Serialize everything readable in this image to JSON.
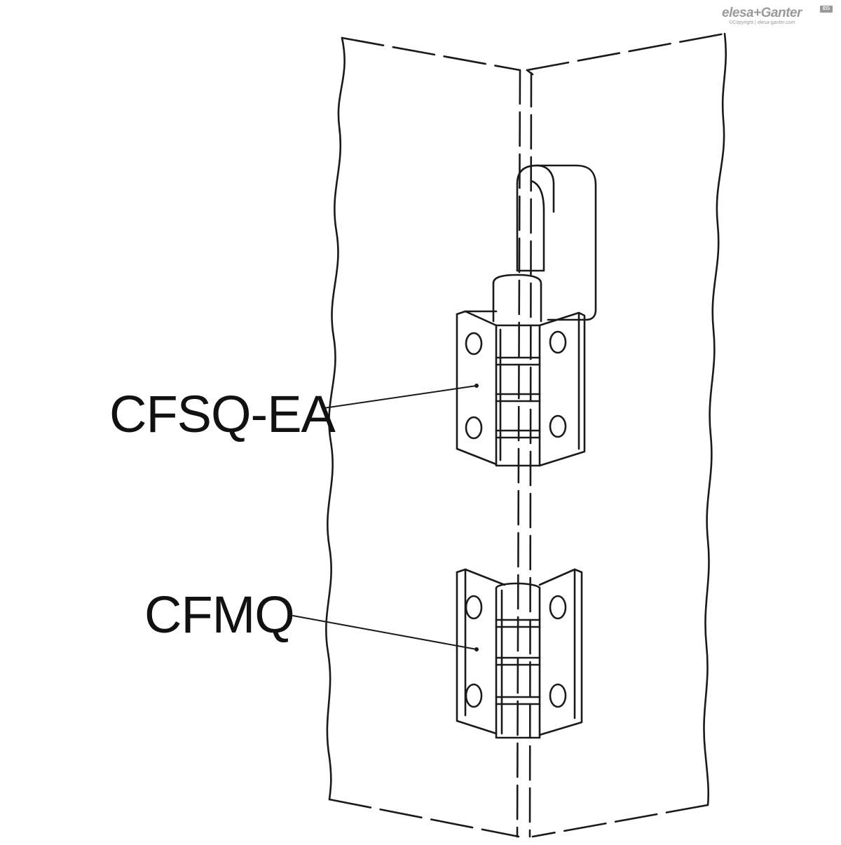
{
  "brand": {
    "name": "elesa+Ganter",
    "copyright": "©Copyright | elesa-ganter.com",
    "badge": "EG"
  },
  "labels": {
    "upper_hinge": "CFSQ-EA",
    "lower_hinge": "CFMQ"
  },
  "colors": {
    "line": "#1a1a1a",
    "background": "#ffffff",
    "logo": "#9a9a9a"
  }
}
